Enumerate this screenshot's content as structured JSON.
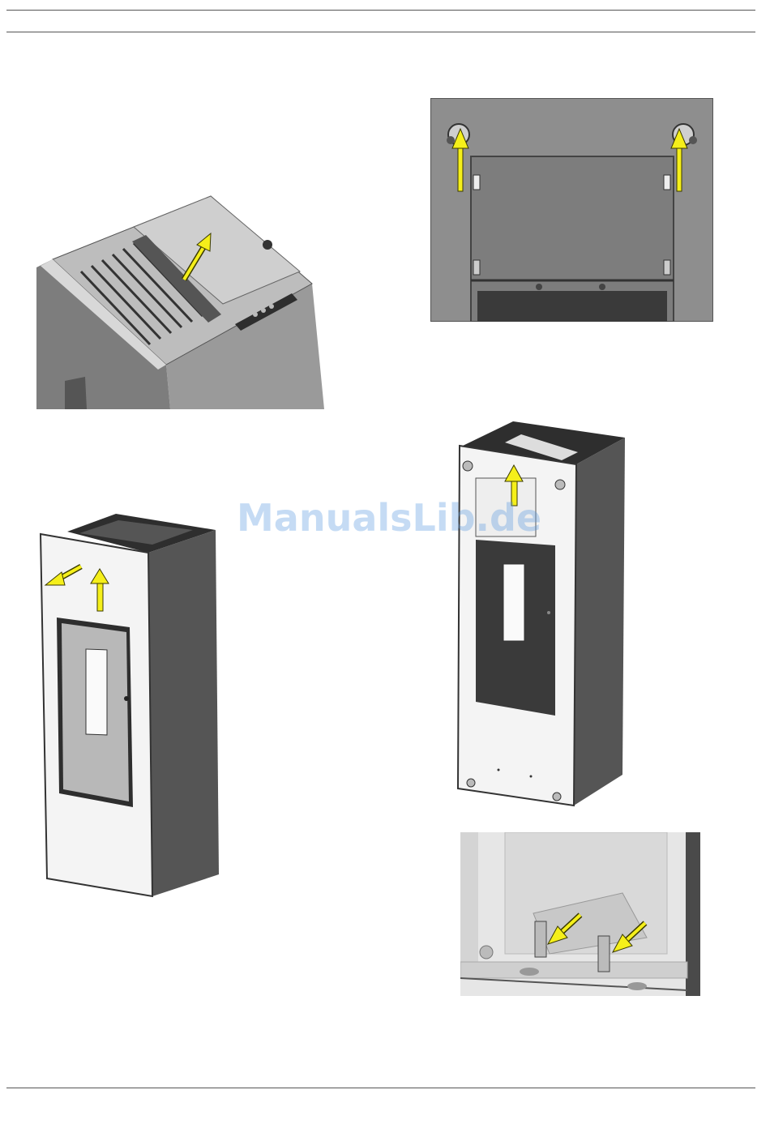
{
  "watermark": {
    "text": "ManualsLib.de"
  },
  "figures": [
    {
      "id": "top-cover-removal",
      "icon": "stove-top-view"
    },
    {
      "id": "side-panel-hooks",
      "icon": "panel-hook-detail"
    },
    {
      "id": "front-panel-removal",
      "icon": "stove-front-panel"
    },
    {
      "id": "inner-front-view",
      "icon": "stove-inner-front"
    },
    {
      "id": "bottom-fixing-detail",
      "icon": "bottom-bracket-detail"
    }
  ],
  "colors": {
    "arrow": "#f5ef1a",
    "arrow_outline": "#3a3a00",
    "steel": "#8c8c8c",
    "dark": "#404040"
  }
}
